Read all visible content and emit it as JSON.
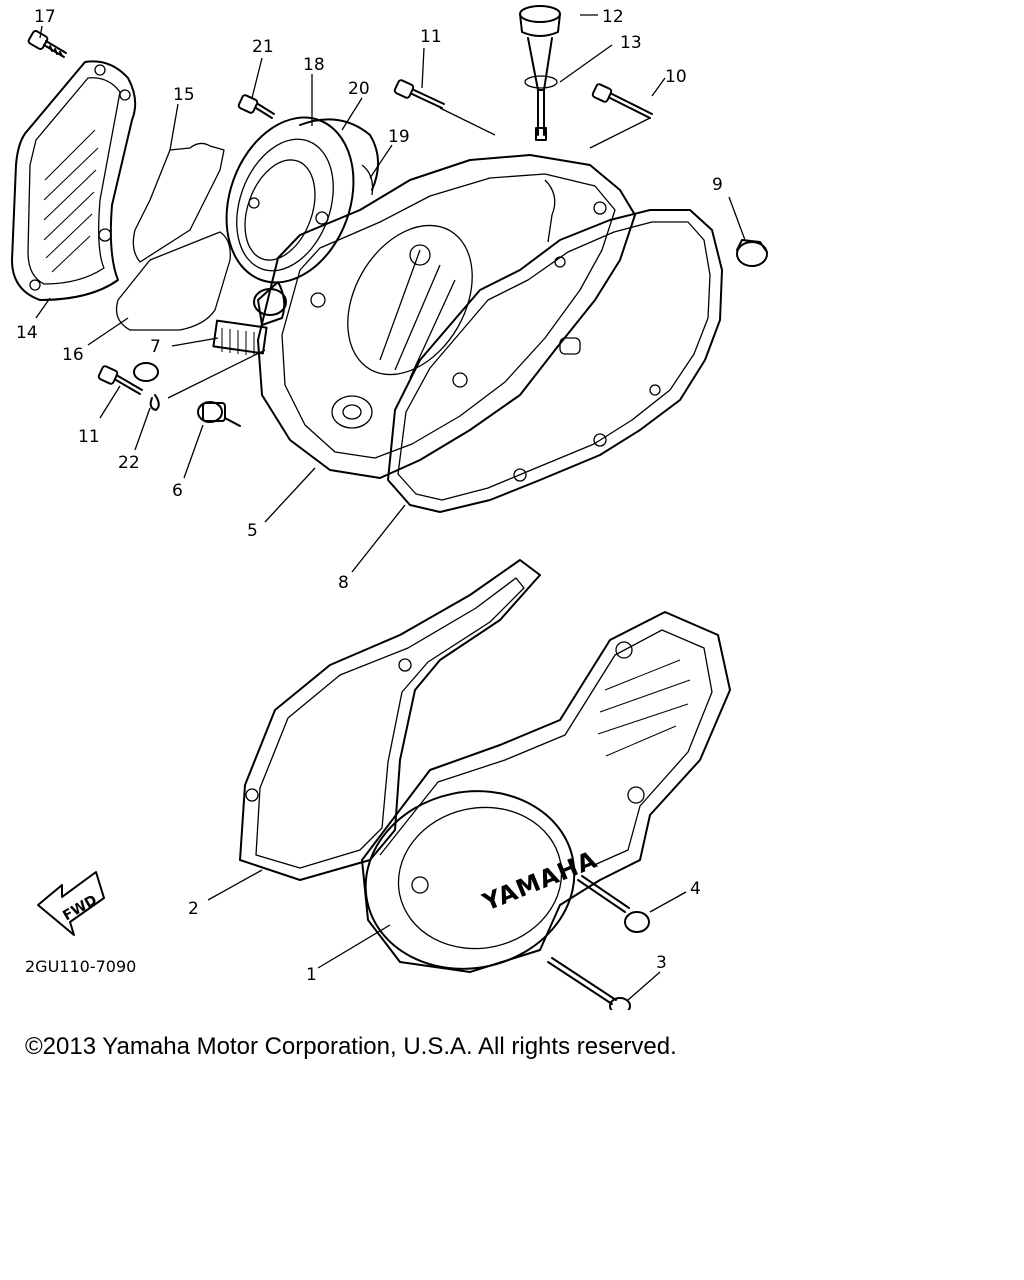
{
  "diagram": {
    "callouts": {
      "c1": "1",
      "c2": "2",
      "c3": "3",
      "c4": "4",
      "c5": "5",
      "c6": "6",
      "c7": "7",
      "c8": "8",
      "c9": "9",
      "c10": "10",
      "c11a": "11",
      "c11b": "11",
      "c12": "12",
      "c13": "13",
      "c14": "14",
      "c15": "15",
      "c16": "16",
      "c17": "17",
      "c18": "18",
      "c19": "19",
      "c20": "20",
      "c21": "21",
      "c22": "22"
    },
    "cover_logo": "YAMAHA",
    "fwd_label": "FWD",
    "diagram_code": "2GU110-7090"
  },
  "footer": {
    "copyright": "©2013 Yamaha Motor Corporation, U.S.A. All rights reserved."
  }
}
